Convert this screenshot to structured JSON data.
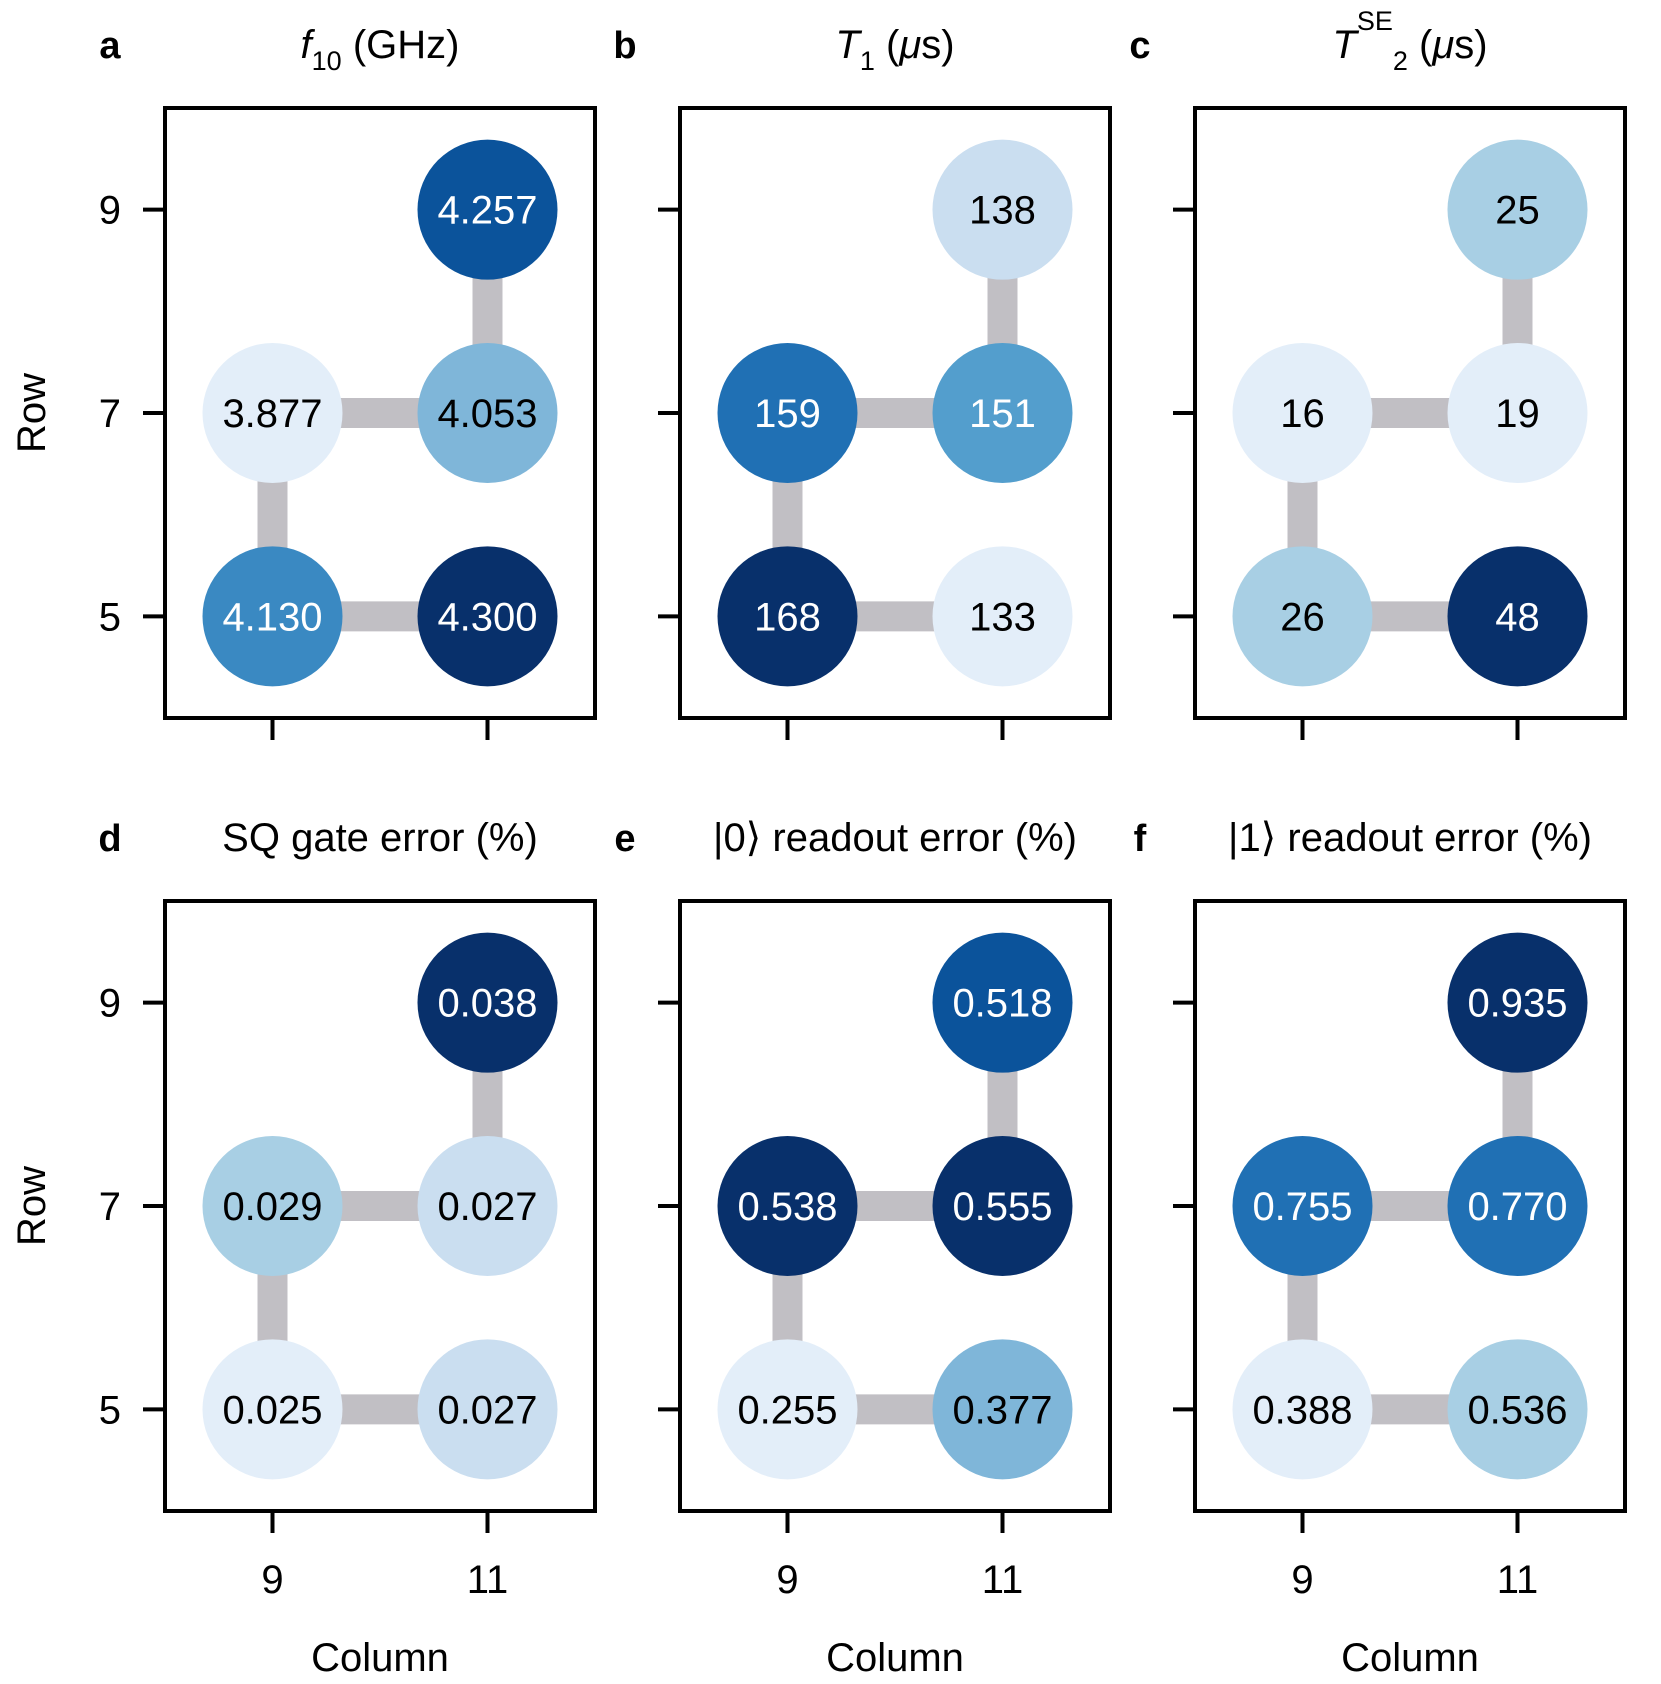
{
  "colors": {
    "edge": "#c1bfc4",
    "frame": "#000000",
    "cmap": [
      "#e3eef9",
      "#cadef0",
      "#a8cfe4",
      "#7fb6d9",
      "#539ecd",
      "#3a89c2",
      "#2070b4",
      "#0b539b",
      "#08306b"
    ],
    "text_dark": "#000000",
    "text_light": "#ffffff"
  },
  "chart_data": [
    {
      "type": "scatter",
      "panel": "a",
      "title_parts": [
        {
          "t": "f",
          "style": "italic"
        },
        {
          "t": "10",
          "style": "sub"
        },
        {
          "t": " (GHz)",
          "style": "normal"
        }
      ],
      "xlabel": "",
      "ylabel": "Row",
      "xticks": [
        9,
        11
      ],
      "yticks": [
        9,
        7,
        5
      ],
      "xlim": [
        8,
        12
      ],
      "ylim": [
        4,
        10
      ],
      "nodes": [
        {
          "x": 11,
          "y": 9,
          "label": "4.257",
          "level": 7
        },
        {
          "x": 9,
          "y": 7,
          "label": "3.877",
          "level": 0
        },
        {
          "x": 11,
          "y": 7,
          "label": "4.053",
          "level": 3
        },
        {
          "x": 9,
          "y": 5,
          "label": "4.130",
          "level": 5
        },
        {
          "x": 11,
          "y": 5,
          "label": "4.300",
          "level": 8
        }
      ],
      "edges": [
        [
          11,
          9,
          11,
          7
        ],
        [
          9,
          7,
          11,
          7
        ],
        [
          9,
          7,
          9,
          5
        ],
        [
          9,
          5,
          11,
          5
        ]
      ]
    },
    {
      "type": "scatter",
      "panel": "b",
      "title_parts": [
        {
          "t": "T",
          "style": "italic"
        },
        {
          "t": "1",
          "style": "sub"
        },
        {
          "t": " (",
          "style": "normal"
        },
        {
          "t": "μ",
          "style": "italic"
        },
        {
          "t": "s)",
          "style": "normal"
        }
      ],
      "xlabel": "",
      "ylabel": "",
      "xticks": [
        9,
        11
      ],
      "yticks": [
        9,
        7,
        5
      ],
      "xlim": [
        8,
        12
      ],
      "ylim": [
        4,
        10
      ],
      "nodes": [
        {
          "x": 11,
          "y": 9,
          "label": "138",
          "level": 1
        },
        {
          "x": 9,
          "y": 7,
          "label": "159",
          "level": 6
        },
        {
          "x": 11,
          "y": 7,
          "label": "151",
          "level": 4
        },
        {
          "x": 9,
          "y": 5,
          "label": "168",
          "level": 8
        },
        {
          "x": 11,
          "y": 5,
          "label": "133",
          "level": 0
        }
      ],
      "edges": [
        [
          11,
          9,
          11,
          7
        ],
        [
          9,
          7,
          11,
          7
        ],
        [
          9,
          7,
          9,
          5
        ],
        [
          9,
          5,
          11,
          5
        ]
      ]
    },
    {
      "type": "scatter",
      "panel": "c",
      "title_parts": [
        {
          "t": "T",
          "style": "italic"
        },
        {
          "t": "SE",
          "style": "sup"
        },
        {
          "t": "2",
          "style": "sub"
        },
        {
          "t": " (",
          "style": "normal"
        },
        {
          "t": "μ",
          "style": "italic"
        },
        {
          "t": "s)",
          "style": "normal"
        }
      ],
      "xlabel": "",
      "ylabel": "",
      "xticks": [
        9,
        11
      ],
      "yticks": [
        9,
        7,
        5
      ],
      "xlim": [
        8,
        12
      ],
      "ylim": [
        4,
        10
      ],
      "nodes": [
        {
          "x": 11,
          "y": 9,
          "label": "25",
          "level": 2
        },
        {
          "x": 9,
          "y": 7,
          "label": "16",
          "level": 0
        },
        {
          "x": 11,
          "y": 7,
          "label": "19",
          "level": 0
        },
        {
          "x": 9,
          "y": 5,
          "label": "26",
          "level": 2
        },
        {
          "x": 11,
          "y": 5,
          "label": "48",
          "level": 8
        }
      ],
      "edges": [
        [
          11,
          9,
          11,
          7
        ],
        [
          9,
          7,
          11,
          7
        ],
        [
          9,
          7,
          9,
          5
        ],
        [
          9,
          5,
          11,
          5
        ]
      ]
    },
    {
      "type": "scatter",
      "panel": "d",
      "title_parts": [
        {
          "t": "SQ gate error (%)",
          "style": "normal"
        }
      ],
      "xlabel": "Column",
      "ylabel": "Row",
      "xticks": [
        9,
        11
      ],
      "yticks": [
        9,
        7,
        5
      ],
      "xlim": [
        8,
        12
      ],
      "ylim": [
        4,
        10
      ],
      "nodes": [
        {
          "x": 11,
          "y": 9,
          "label": "0.038",
          "level": 8
        },
        {
          "x": 9,
          "y": 7,
          "label": "0.029",
          "level": 2
        },
        {
          "x": 11,
          "y": 7,
          "label": "0.027",
          "level": 1
        },
        {
          "x": 9,
          "y": 5,
          "label": "0.025",
          "level": 0
        },
        {
          "x": 11,
          "y": 5,
          "label": "0.027",
          "level": 1
        }
      ],
      "edges": [
        [
          11,
          9,
          11,
          7
        ],
        [
          9,
          7,
          11,
          7
        ],
        [
          9,
          7,
          9,
          5
        ],
        [
          9,
          5,
          11,
          5
        ]
      ]
    },
    {
      "type": "scatter",
      "panel": "e",
      "title_parts": [
        {
          "t": "|0⟩ readout error (%)",
          "style": "normal"
        }
      ],
      "xlabel": "Column",
      "ylabel": "",
      "xticks": [
        9,
        11
      ],
      "yticks": [
        9,
        7,
        5
      ],
      "xlim": [
        8,
        12
      ],
      "ylim": [
        4,
        10
      ],
      "nodes": [
        {
          "x": 11,
          "y": 9,
          "label": "0.518",
          "level": 7
        },
        {
          "x": 9,
          "y": 7,
          "label": "0.538",
          "level": 8
        },
        {
          "x": 11,
          "y": 7,
          "label": "0.555",
          "level": 8
        },
        {
          "x": 9,
          "y": 5,
          "label": "0.255",
          "level": 0
        },
        {
          "x": 11,
          "y": 5,
          "label": "0.377",
          "level": 3
        }
      ],
      "edges": [
        [
          11,
          9,
          11,
          7
        ],
        [
          9,
          7,
          11,
          7
        ],
        [
          9,
          7,
          9,
          5
        ],
        [
          9,
          5,
          11,
          5
        ]
      ]
    },
    {
      "type": "scatter",
      "panel": "f",
      "title_parts": [
        {
          "t": "|1⟩ readout error (%)",
          "style": "normal"
        }
      ],
      "xlabel": "Column",
      "ylabel": "",
      "xticks": [
        9,
        11
      ],
      "yticks": [
        9,
        7,
        5
      ],
      "xlim": [
        8,
        12
      ],
      "ylim": [
        4,
        10
      ],
      "nodes": [
        {
          "x": 11,
          "y": 9,
          "label": "0.935",
          "level": 8
        },
        {
          "x": 9,
          "y": 7,
          "label": "0.755",
          "level": 6
        },
        {
          "x": 11,
          "y": 7,
          "label": "0.770",
          "level": 6
        },
        {
          "x": 9,
          "y": 5,
          "label": "0.388",
          "level": 0
        },
        {
          "x": 11,
          "y": 5,
          "label": "0.536",
          "level": 2
        }
      ],
      "edges": [
        [
          11,
          9,
          11,
          7
        ],
        [
          9,
          7,
          11,
          7
        ],
        [
          9,
          7,
          9,
          5
        ],
        [
          9,
          5,
          11,
          5
        ]
      ]
    }
  ]
}
